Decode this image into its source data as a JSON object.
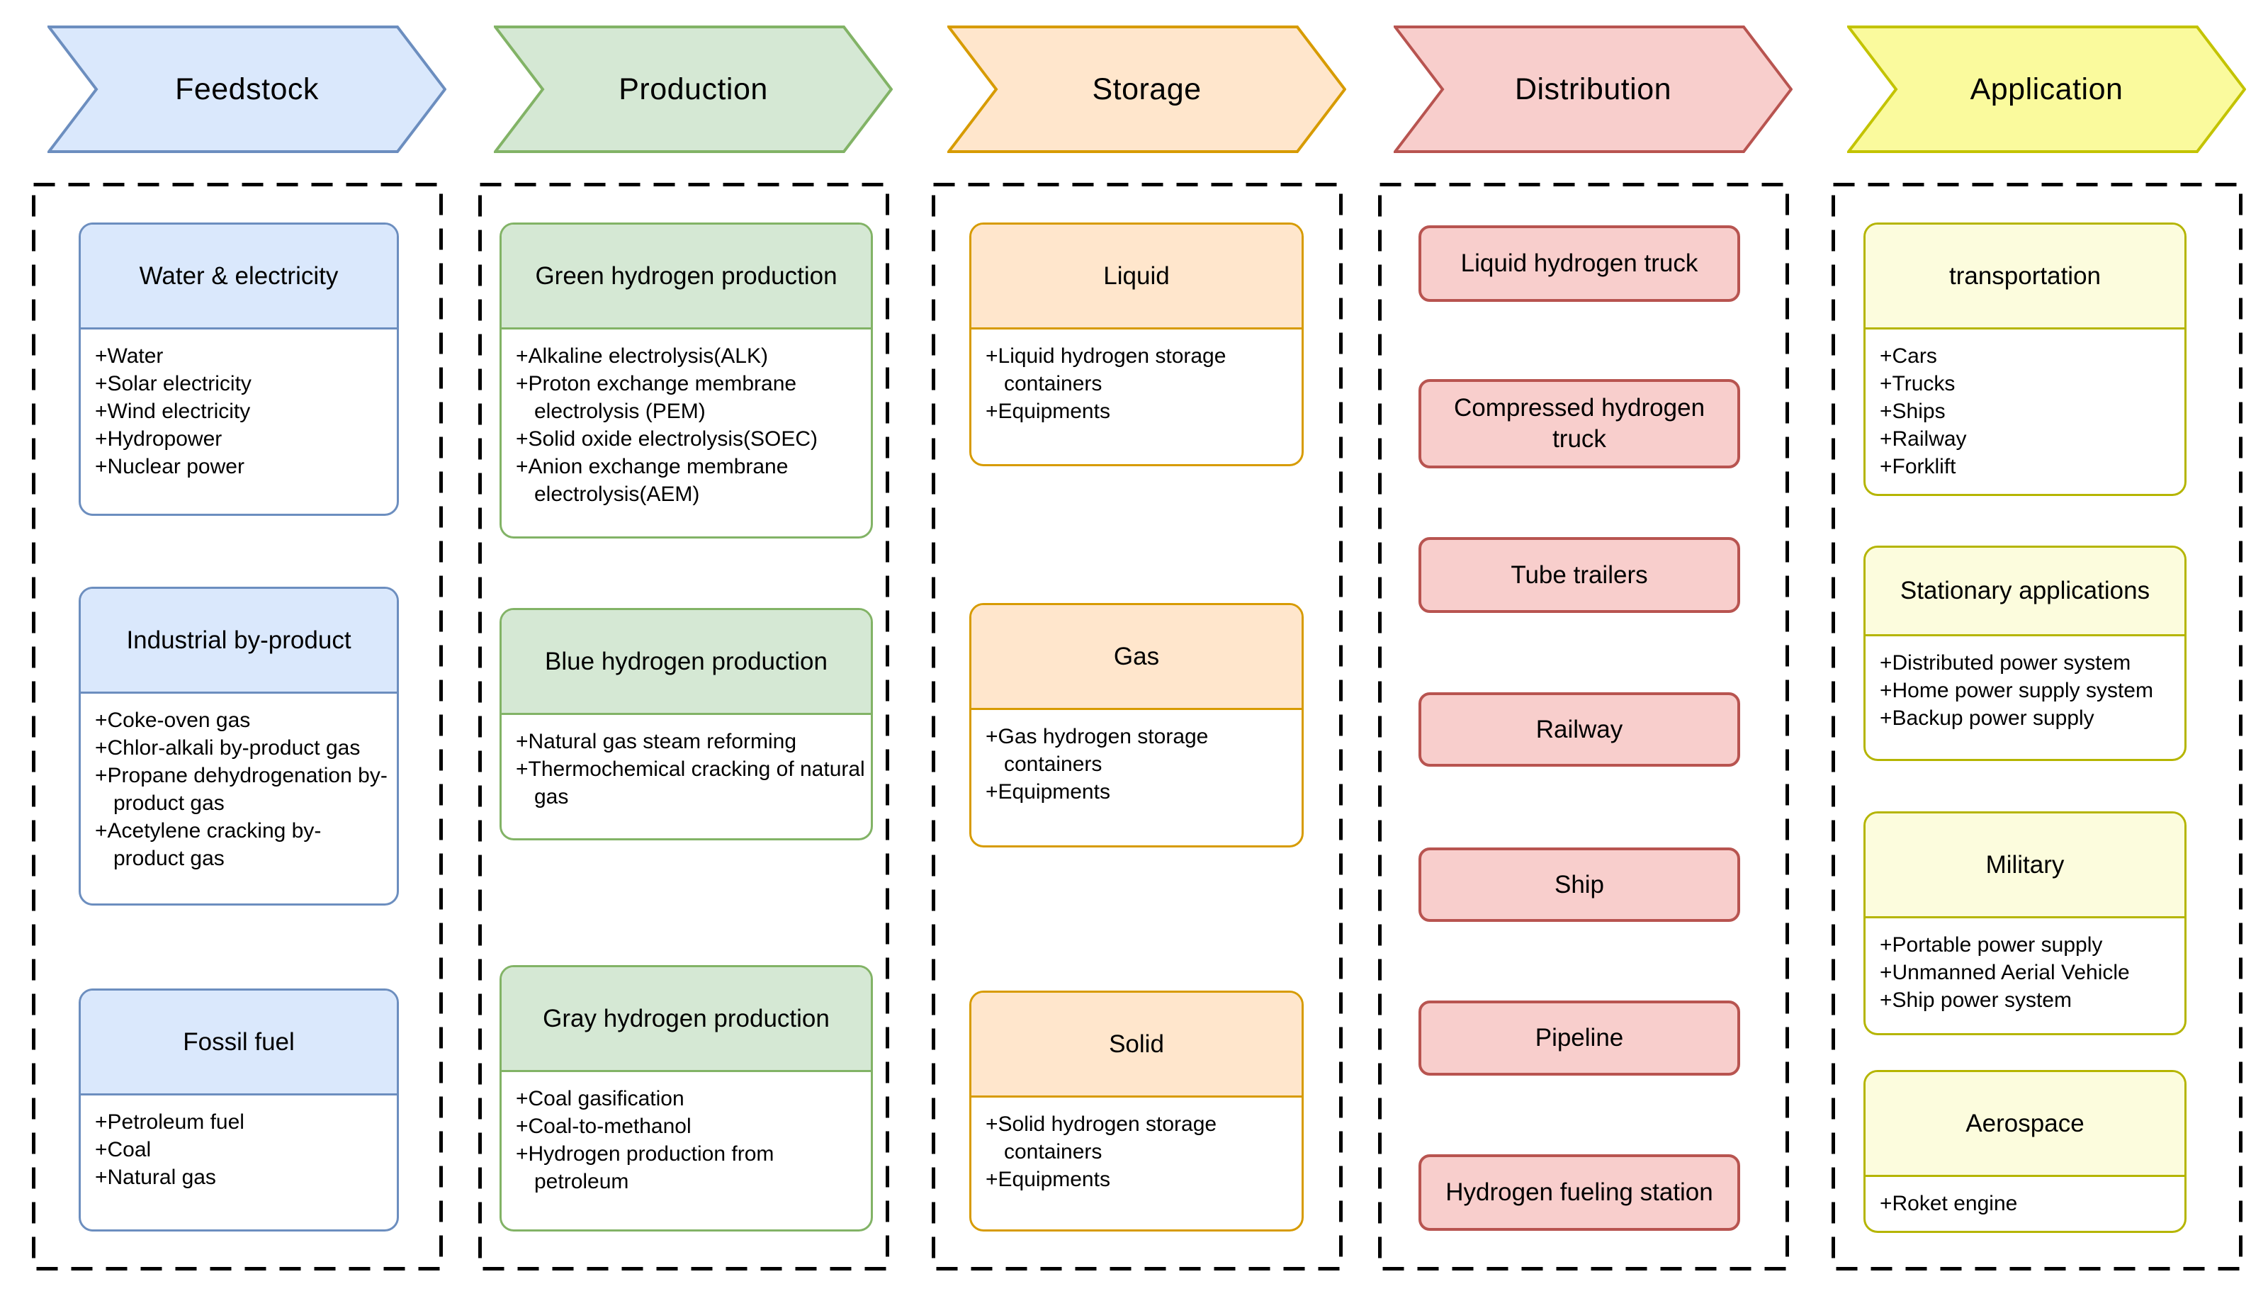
{
  "columns": [
    {
      "header": "Feedstock",
      "arrow": {
        "fill": "#dae8fc",
        "stroke": "#6c8ebf"
      },
      "card": {
        "fill": "#dae8fc",
        "stroke": "#6c8ebf"
      },
      "cards": [
        {
          "title": "Water & electricity",
          "items": [
            "+Water",
            "+Solar electricity",
            "+Wind electricity",
            "+Hydropower",
            "+Nuclear power"
          ]
        },
        {
          "title": "Industrial by-product",
          "items": [
            "+Coke-oven gas",
            "+Chlor-alkali by-product gas",
            "+Propane dehydrogenation by-product gas",
            "+Acetylene cracking by-product gas"
          ]
        },
        {
          "title": "Fossil fuel",
          "items": [
            "+Petroleum fuel",
            "+Coal",
            "+Natural gas"
          ]
        }
      ]
    },
    {
      "header": "Production",
      "arrow": {
        "fill": "#d5e8d4",
        "stroke": "#82b366"
      },
      "card": {
        "fill": "#d5e8d4",
        "stroke": "#82b366"
      },
      "cards": [
        {
          "title": "Green hydrogen production",
          "items": [
            "+Alkaline electrolysis(ALK)",
            "+Proton exchange membrane electrolysis (PEM)",
            "+Solid oxide electrolysis(SOEC)",
            "+Anion exchange membrane electrolysis(AEM)"
          ]
        },
        {
          "title": "Blue hydrogen production",
          "items": [
            "+Natural gas steam reforming",
            "+Thermochemical cracking of natural gas"
          ]
        },
        {
          "title": "Gray hydrogen production",
          "items": [
            "+Coal gasification",
            "+Coal-to-methanol",
            "+Hydrogen production from petroleum"
          ]
        }
      ]
    },
    {
      "header": "Storage",
      "arrow": {
        "fill": "#ffe6cc",
        "stroke": "#d79b00"
      },
      "card": {
        "fill": "#ffe6cc",
        "stroke": "#d79b00"
      },
      "cards": [
        {
          "title": "Liquid",
          "items": [
            "+Liquid hydrogen storage containers",
            "+Equipments"
          ]
        },
        {
          "title": "Gas",
          "items": [
            "+Gas hydrogen storage containers",
            "+Equipments"
          ]
        },
        {
          "title": "Solid",
          "items": [
            "+Solid hydrogen storage containers",
            "+Equipments"
          ]
        }
      ]
    },
    {
      "header": "Distribution",
      "arrow": {
        "fill": "#f8cecc",
        "stroke": "#b85450"
      },
      "pill": {
        "fill": "#f8cecc",
        "stroke": "#b85450"
      },
      "pills": [
        "Liquid hydrogen truck",
        "Compressed hydrogen truck",
        "Tube trailers",
        "Railway",
        "Ship",
        "Pipeline",
        "Hydrogen fueling station"
      ]
    },
    {
      "header": "Application",
      "arrow": {
        "fill": "#fafa9d",
        "stroke": "#c3c300"
      },
      "card": {
        "fill": "#fcfcdd",
        "stroke": "#b5b500"
      },
      "cards": [
        {
          "title": "transportation",
          "items": [
            "+Cars",
            "+Trucks",
            "+Ships",
            "+Railway",
            "+Forklift"
          ]
        },
        {
          "title": "Stationary applications",
          "items": [
            "+Distributed power system",
            "+Home power supply system",
            "+Backup power supply"
          ]
        },
        {
          "title": "Military",
          "items": [
            "+Portable power supply",
            "+Unmanned Aerial Vehicle",
            "+Ship power system"
          ]
        },
        {
          "title": "Aerospace",
          "items": [
            "+Roket engine"
          ]
        }
      ]
    }
  ]
}
